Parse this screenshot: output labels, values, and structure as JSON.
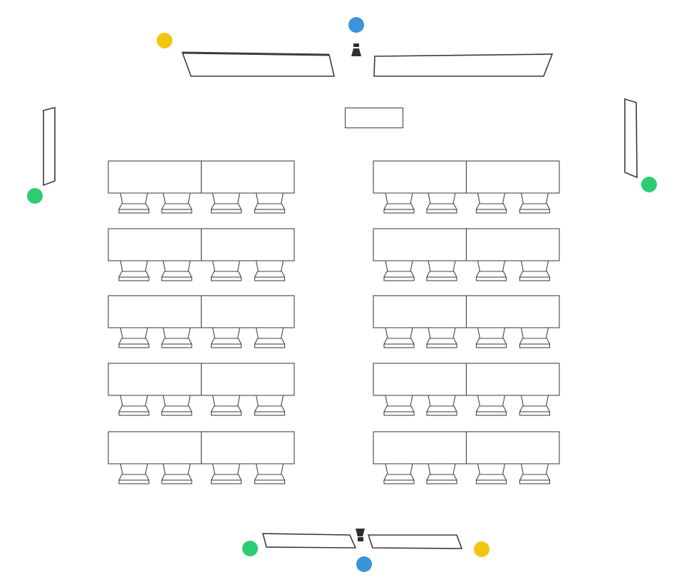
{
  "diagram": {
    "type": "classroom-seating-layout",
    "table_sections": [
      "left",
      "right"
    ],
    "rows_per_section": 5,
    "tables_per_row": 2,
    "chairs_per_table": 2,
    "projection_screens": 6,
    "projectors": 2,
    "lectern": 1
  },
  "colors": {
    "blue": "#3b94d9",
    "yellow": "#f2c511",
    "green": "#2ecc71",
    "stroke": "#454545",
    "background": "#ffffff"
  },
  "markers": [
    {
      "id": "top-blue",
      "color": "blue"
    },
    {
      "id": "top-yellow",
      "color": "yellow"
    },
    {
      "id": "left-green",
      "color": "green"
    },
    {
      "id": "right-green",
      "color": "green"
    },
    {
      "id": "bottom-green",
      "color": "green"
    },
    {
      "id": "bottom-yellow",
      "color": "yellow"
    },
    {
      "id": "bottom-blue",
      "color": "blue"
    }
  ]
}
